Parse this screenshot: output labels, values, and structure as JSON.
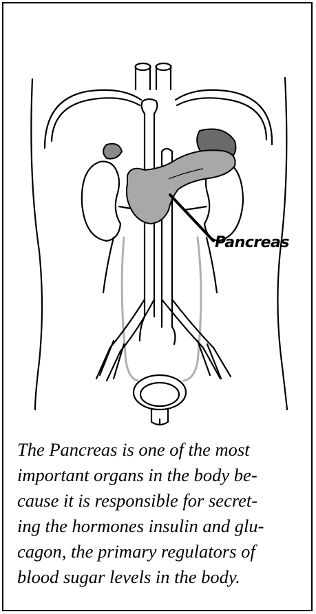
{
  "diagram": {
    "pointer_label": "Pancreas",
    "organ_fill_color": "#a8a8a8",
    "line_color": "#000000"
  },
  "caption": {
    "lines": [
      "The Pancreas is one of the most",
      "important organs in the body be-",
      "cause it is responsible for secret-",
      "ing the hormones insulin and glu-",
      "cagon, the primary regulators of",
      "blood sugar levels in the body."
    ]
  }
}
